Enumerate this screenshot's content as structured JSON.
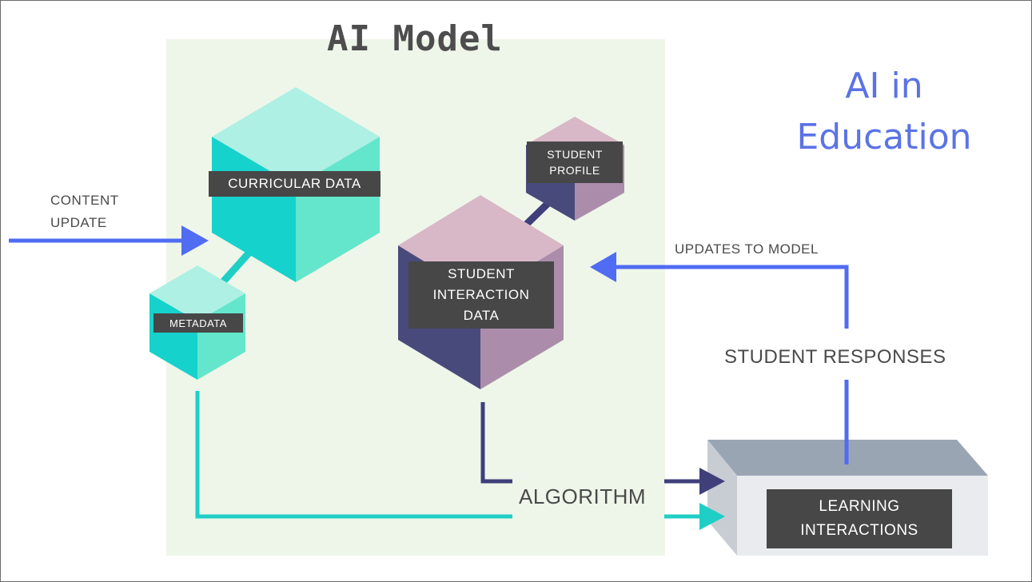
{
  "model_title": "AI Model",
  "side_title": "AI in Education",
  "nodes": {
    "curricular_data": "CURRICULAR DATA",
    "student_profile": "STUDENT PROFILE",
    "student_interaction_data": "STUDENT INTERACTION DATA",
    "metadata": "METADATA",
    "learning_interactions": "LEARNING INTERACTIONS"
  },
  "edge_labels": {
    "content_update": "CONTENT UPDATE",
    "updates_to_model": "UPDATES TO MODEL",
    "student_responses": "STUDENT RESPONSES",
    "algorithm": "ALGORITHM"
  },
  "colors": {
    "model_panel": "#eef6e9",
    "title_blue": "#5b73e6",
    "flow_blue": "#4f6cf2",
    "flow_teal": "#1fcfc6",
    "flow_navy": "#3f3f7a",
    "label_box": "#474747"
  }
}
